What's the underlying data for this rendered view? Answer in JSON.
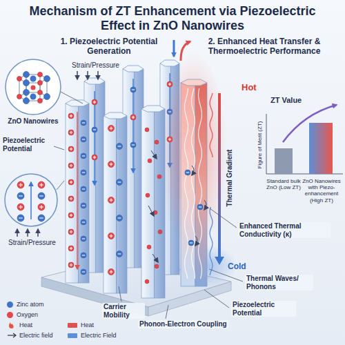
{
  "diagram": {
    "title": "Mechanism of ZT Enhancement via Piezoelectric Effect in ZnO Nanowires",
    "nodes": [
      {
        "text": [
          "ZnO Nanowires"
        ]
      }
    ],
    "labels": [
      "1. Piezoelectric Potential Generation",
      "2. Enhanced Heat Transfer & Thermoelectric Performance",
      "Strain/Pressure",
      "Piezoelectric Potential",
      "Strain/Pressure",
      "Hot",
      "Thermal Gradient",
      "Cold",
      "ZT Value",
      "Figure of Merit (ZT)",
      "Standard bulk ZnO (Low ZT)",
      "ZnO Nanowires with Piezo-enhancement (High ZT)",
      "Enhanced Thermal Conductivity (κ)",
      "Thermal Waves/ Phonons",
      "Piezoelectric Potential",
      "Carrier Mobility",
      "Phonon-Electron Coupling"
    ],
    "legend": [
      {
        "text": "Zinc atom",
        "color": "#3f74c9"
      },
      {
        "text": "Oxygen",
        "color": "#e2474b"
      },
      {
        "text": "Heat"
      },
      {
        "text": "Electric field"
      },
      {
        "text": "Heat",
        "color": "#e0504f"
      },
      {
        "text": "Electric Field",
        "color": "#5b8fd8"
      }
    ]
  }
}
